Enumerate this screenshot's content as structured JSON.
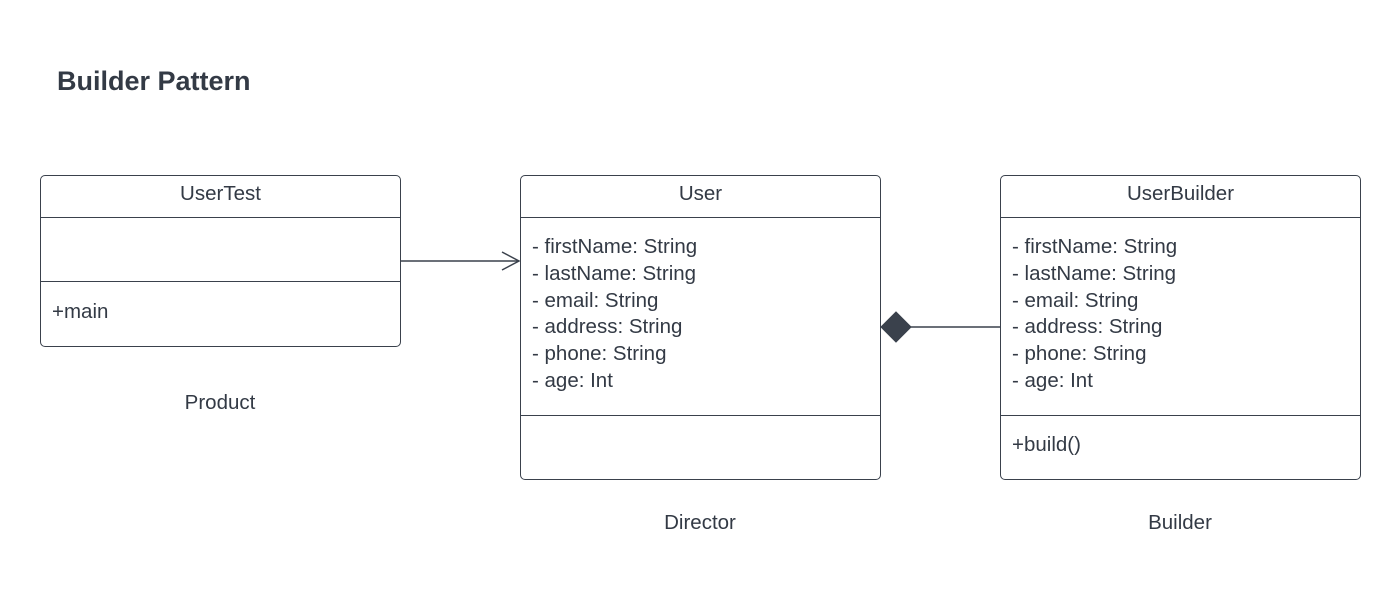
{
  "title": "Builder Pattern",
  "classes": {
    "usertest": {
      "name": "UserTest",
      "attributes": [],
      "methods": [
        "+main"
      ],
      "role": "Product"
    },
    "user": {
      "name": "User",
      "attributes": [
        "- firstName: String",
        "- lastName: String",
        "- email: String",
        "- address: String",
        "- phone: String",
        "- age: Int"
      ],
      "methods": [],
      "role": "Director"
    },
    "userbuilder": {
      "name": "UserBuilder",
      "attributes": [
        "- firstName: String",
        "- lastName: String",
        "- email: String",
        "- address: String",
        "- phone: String",
        "- age: Int"
      ],
      "methods": [
        "+build()"
      ],
      "role": "Builder"
    }
  },
  "relations": [
    {
      "from": "UserTest",
      "to": "User",
      "type": "association-arrow"
    },
    {
      "from": "UserBuilder",
      "to": "User",
      "type": "composition"
    }
  ],
  "colors": {
    "stroke": "#3a414c",
    "text": "#333a45",
    "background": "#ffffff"
  }
}
